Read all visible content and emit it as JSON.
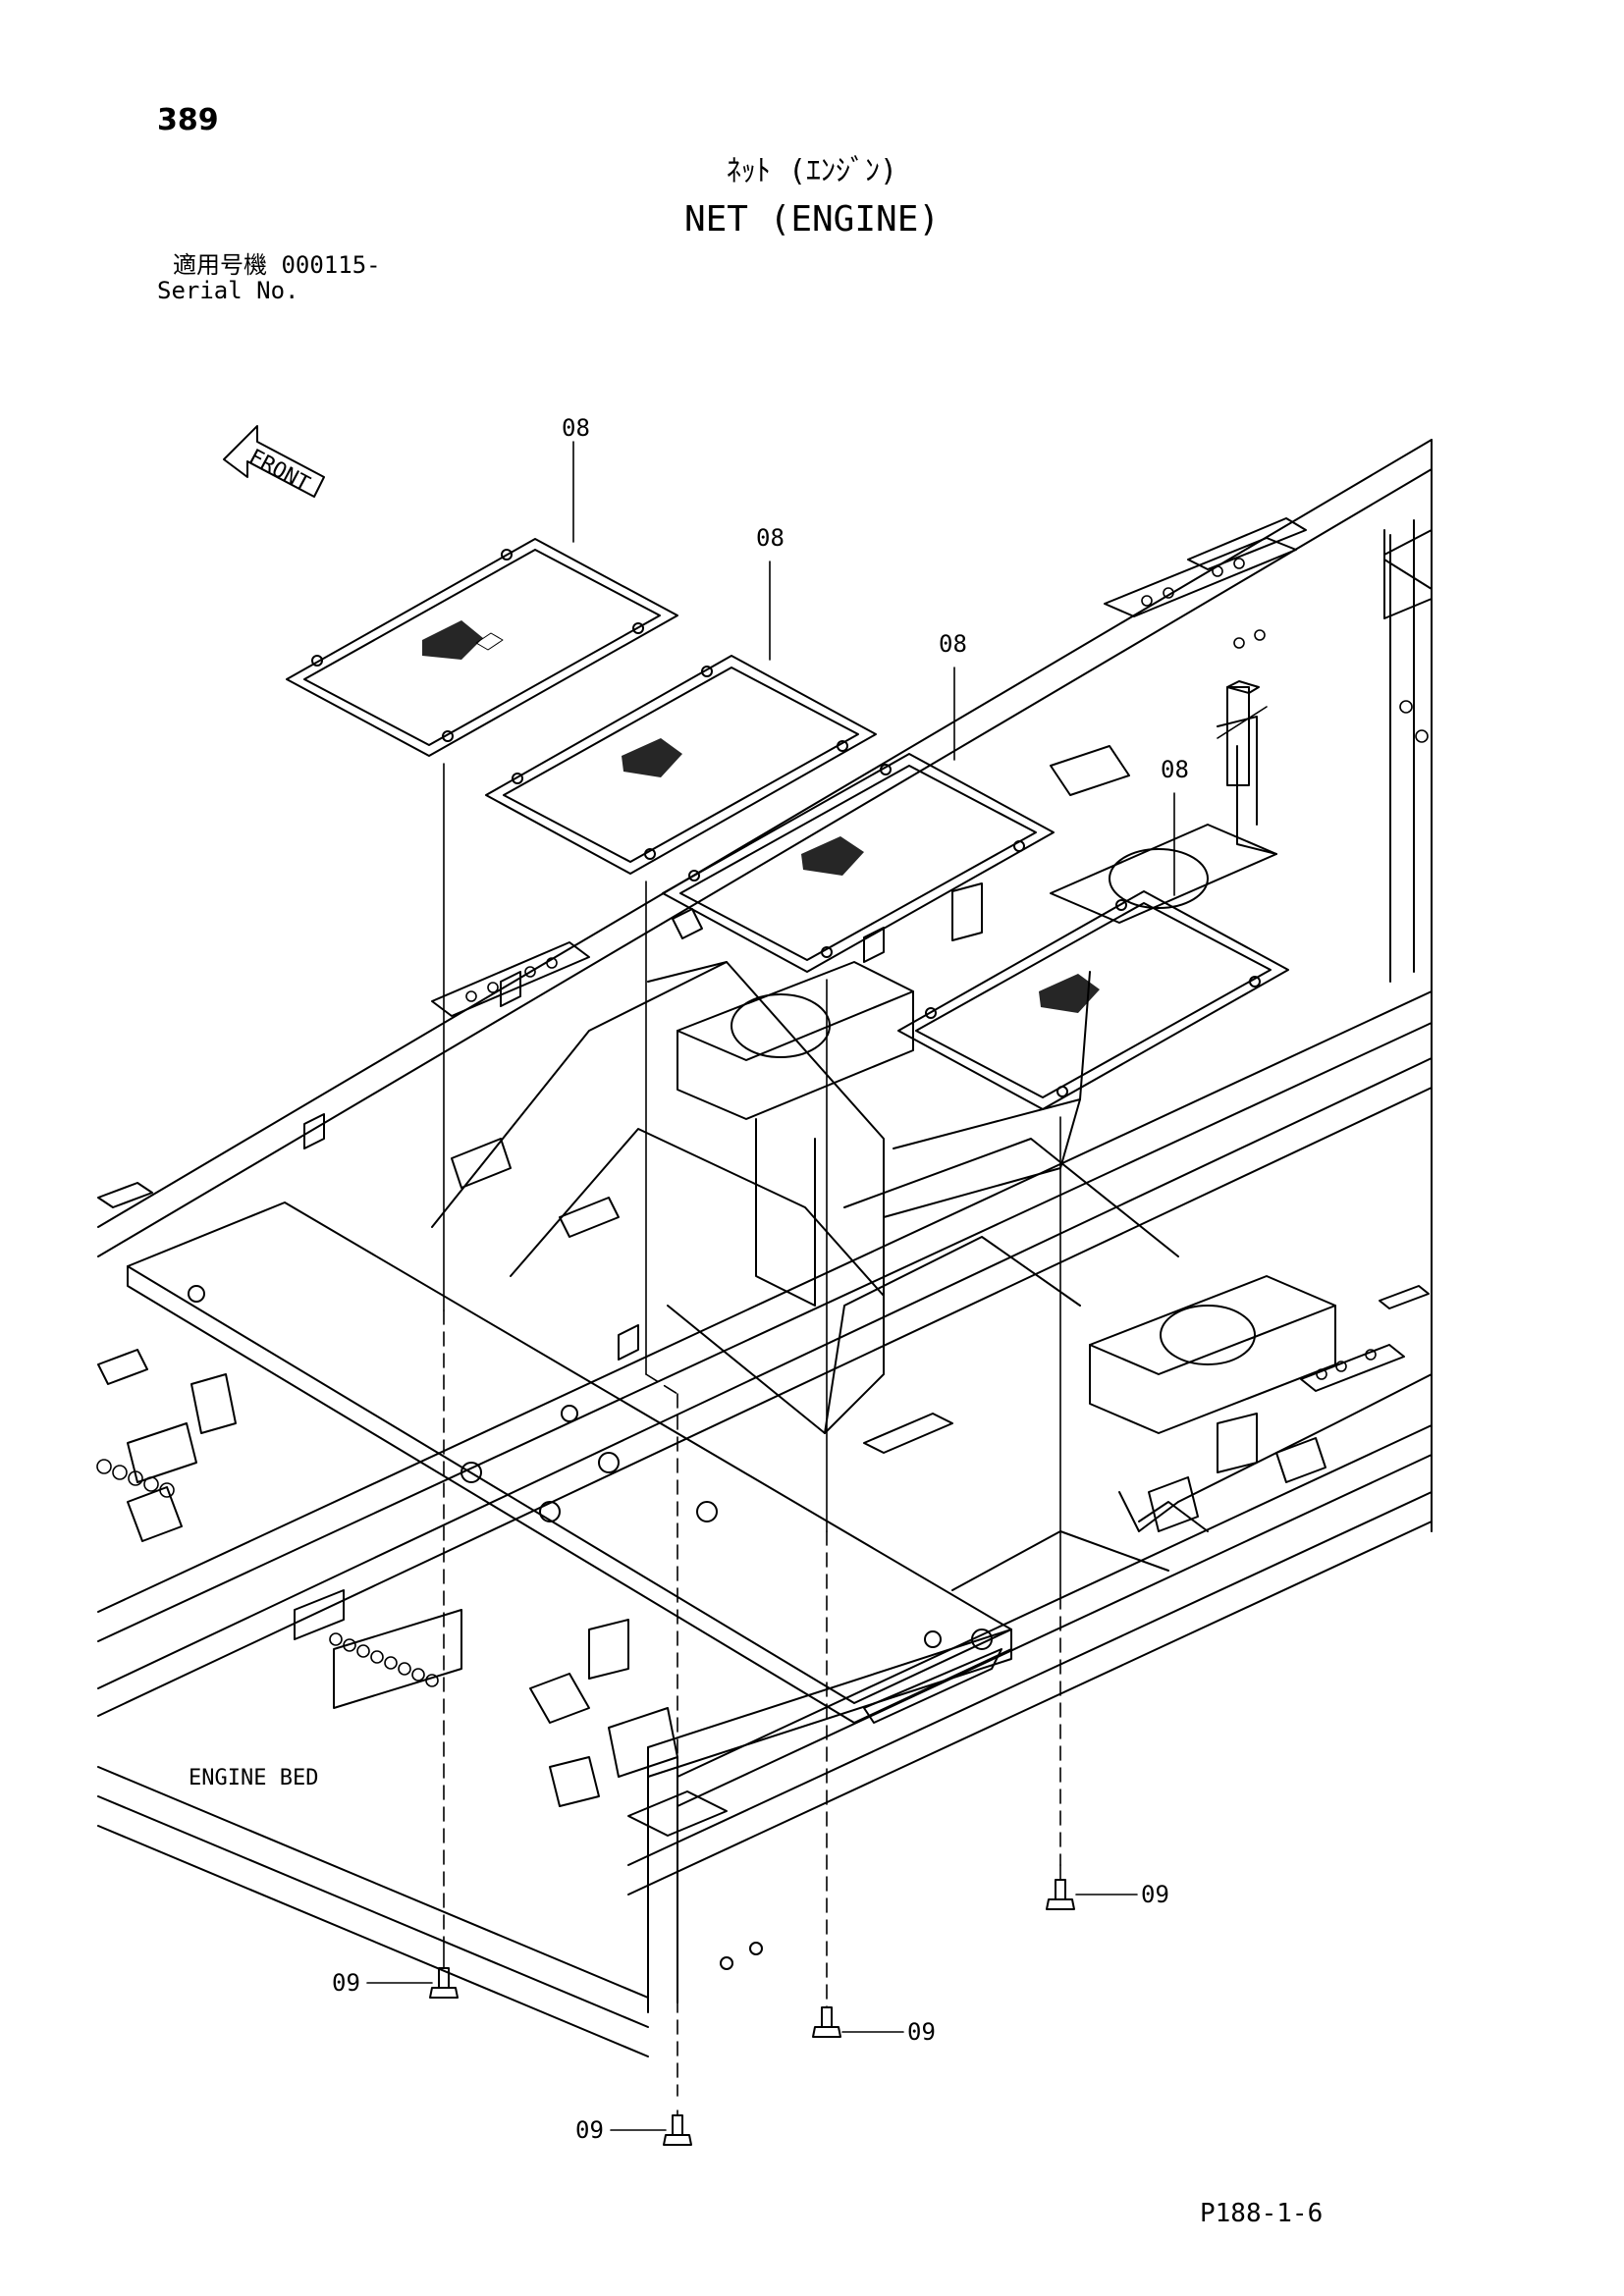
{
  "header": {
    "page_number": "389",
    "title_jp": "ﾈｯﾄ (ｴﾝｼﾞﾝ)",
    "title_en": "NET (ENGINE)",
    "serial_label_jp": "適用号機  000115-",
    "serial_label_en": "Serial No."
  },
  "diagram": {
    "front_label": "FRONT",
    "engine_bed_label": "ENGINE BED",
    "callouts": {
      "net_1": "08",
      "net_2": "08",
      "net_3": "08",
      "net_4": "08",
      "bolt_1": "09",
      "bolt_2": "09",
      "bolt_3": "09",
      "bolt_4": "09"
    }
  },
  "footer": {
    "page_code": "P188-1-6"
  }
}
